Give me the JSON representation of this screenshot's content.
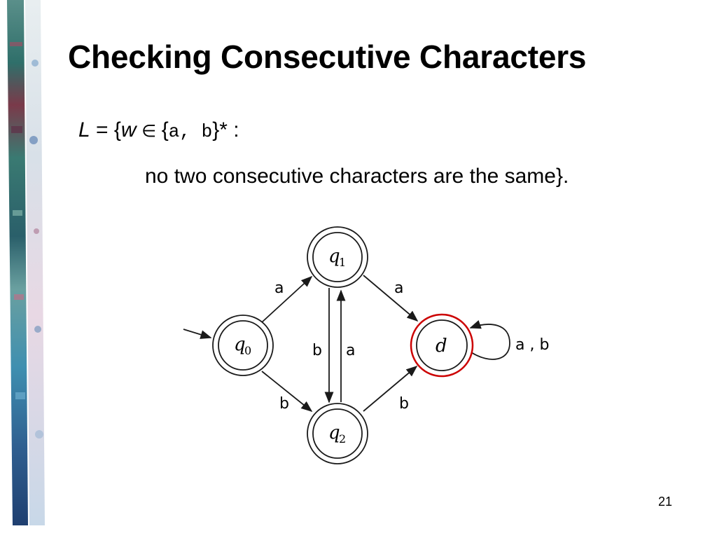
{
  "slide": {
    "title": "Checking Consecutive Characters",
    "number": "21"
  },
  "definition": {
    "L": "L",
    "eq_open": " = {",
    "w": "w",
    "in": " ∈ ",
    "alphabet_open": "{",
    "alphabet": "a, b",
    "alphabet_close": "}* :",
    "condition": "no two consecutive characters are the same}."
  },
  "diagram": {
    "states": [
      {
        "id": "q0",
        "label": "q",
        "subscript": "0",
        "accepting": true,
        "start": true
      },
      {
        "id": "q1",
        "label": "q",
        "subscript": "1",
        "accepting": true
      },
      {
        "id": "q2",
        "label": "q",
        "subscript": "2",
        "accepting": true
      },
      {
        "id": "d",
        "label": "d",
        "subscript": "",
        "accepting": false,
        "highlighted": true
      }
    ],
    "transitions": [
      {
        "from": "q0",
        "to": "q1",
        "label": "a"
      },
      {
        "from": "q0",
        "to": "q2",
        "label": "b"
      },
      {
        "from": "q1",
        "to": "q2",
        "label": "b"
      },
      {
        "from": "q2",
        "to": "q1",
        "label": "a"
      },
      {
        "from": "q1",
        "to": "d",
        "label": "a"
      },
      {
        "from": "q2",
        "to": "d",
        "label": "b"
      },
      {
        "from": "d",
        "to": "d",
        "label": "a , b"
      }
    ],
    "colors": {
      "highlight": "#cc0000",
      "stroke": "#1a1a1a"
    }
  }
}
